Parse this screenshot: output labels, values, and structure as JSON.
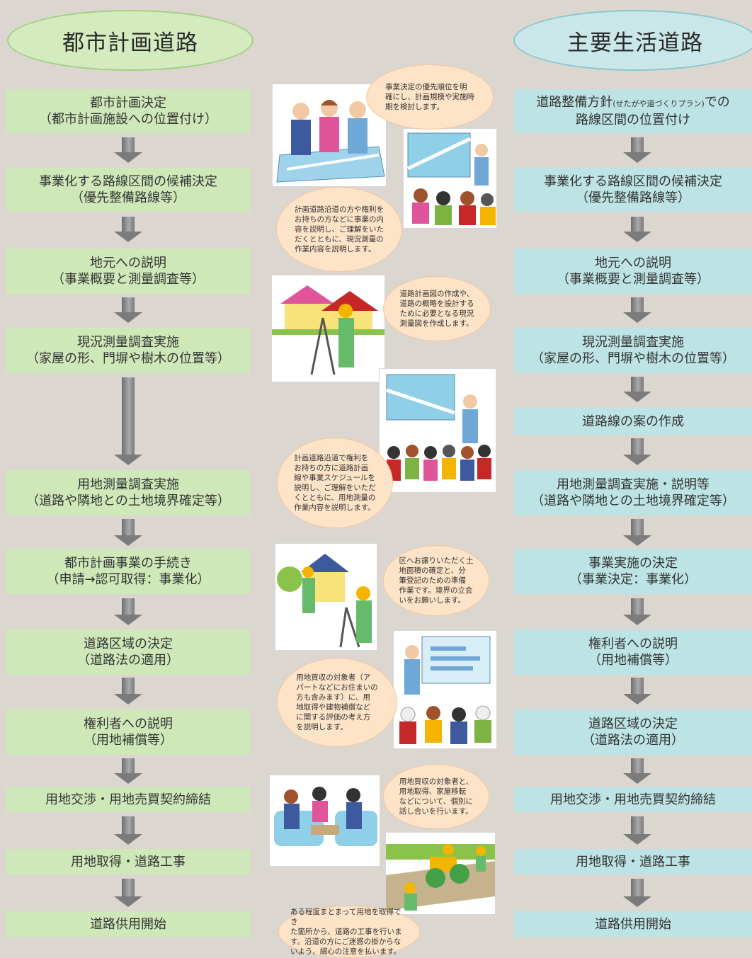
{
  "left_header": "都市計画道路",
  "right_header": "主要生活道路",
  "left_steps": [
    {
      "line1": "都市計画決定",
      "line2": "（都市計画施設への位置付け）"
    },
    {
      "line1": "事業化する路線区間の候補決定",
      "line2": "（優先整備路線等）"
    },
    {
      "line1": "地元への説明",
      "line2": "（事業概要と測量調査等）"
    },
    {
      "line1": "現況測量調査実施",
      "line2": "（家屋の形、門塀や樹木の位置等）"
    },
    {
      "line1": "用地測量調査実施",
      "line2": "（道路や隣地との土地境界確定等）"
    },
    {
      "line1": "都市計画事業の手続き",
      "line2": "（申請→認可取得：事業化）"
    },
    {
      "line1": "道路区域の決定",
      "line2": "（道路法の適用）"
    },
    {
      "line1": "権利者への説明",
      "line2": "（用地補償等）"
    },
    {
      "line1": "用地交渉・用地売買契約締結"
    },
    {
      "line1": "用地取得・道路工事"
    },
    {
      "line1": "道路供用開始"
    }
  ],
  "right_steps": [
    {
      "line1a": "道路整備方針",
      "line1b": "(せたがや道づくりプラン)",
      "line1c": "での",
      "line2": "路線区間の位置付け"
    },
    {
      "line1": "事業化する路線区間の候補決定",
      "line2": "（優先整備路線等）"
    },
    {
      "line1": "地元への説明",
      "line2": "（事業概要と測量調査等）"
    },
    {
      "line1": "現況測量調査実施",
      "line2": "（家屋の形、門塀や樹木の位置等）"
    },
    {
      "line1": "道路線の案の作成"
    },
    {
      "line1": "用地測量調査実施・説明等",
      "line2": "（道路や隣地との土地境界確定等）"
    },
    {
      "line1": "事業実施の決定",
      "line2": "（事業決定：事業化）"
    },
    {
      "line1": "権利者への説明",
      "line2": "（用地補償等）"
    },
    {
      "line1": "道路区域の決定",
      "line2": "（道路法の適用）"
    },
    {
      "line1": "用地交渉・用地売買契約締結"
    },
    {
      "line1": "用地取得・道路工事"
    },
    {
      "line1": "道路供用開始"
    }
  ],
  "bubbles": [
    [
      "事業決定の優先順位を明",
      "確にし、計画規模や実施時",
      "期を検討します。"
    ],
    [
      "計画道路沿道の方や権利を",
      "お持ちの方などに事業の内",
      "容を説明し、ご理解をいた",
      "だくとともに、現況測量の",
      "作業内容を説明します。"
    ],
    [
      "道路計画図の作成や、",
      "道路の概略を設計する",
      "ために必要となる現況",
      "測量図を作成します。"
    ],
    [
      "計画道路沿道で権利を",
      "お持ちの方に道路計画",
      "線や事業スケジュールを",
      "説明し、ご理解をいただ",
      "くとともに、用地測量の",
      "作業内容を説明します。"
    ],
    [
      "区へお譲りいただく土",
      "地面積の確定と、分",
      "筆登記のための準備",
      "作業です。境界の立会",
      "いをお願いします。"
    ],
    [
      "用地買収の対象者（ア",
      "パートなどにお住まいの",
      "方も含みます）に、用",
      "地取得や建物補償など",
      "に関する評価の考え方",
      "を説明します。"
    ],
    [
      "用地買収の対象者と、",
      "用地取得、家屋移転",
      "などについて、個別に",
      "話し合いを行います。"
    ],
    [
      "ある程度まとまって用地を取得でき",
      "た箇所から、道路の工事を行いま",
      "す。沿道の方にご迷惑の掛からな",
      "いよう、細心の注意を払います。"
    ]
  ],
  "illustrations": [
    "people-with-map-icon",
    "presentation-audience-icon",
    "surveyor-houses-icon",
    "meeting-presentation-icon",
    "boundary-survey-icon",
    "compensation-briefing-icon",
    "negotiation-sofa-icon",
    "road-construction-icon"
  ]
}
